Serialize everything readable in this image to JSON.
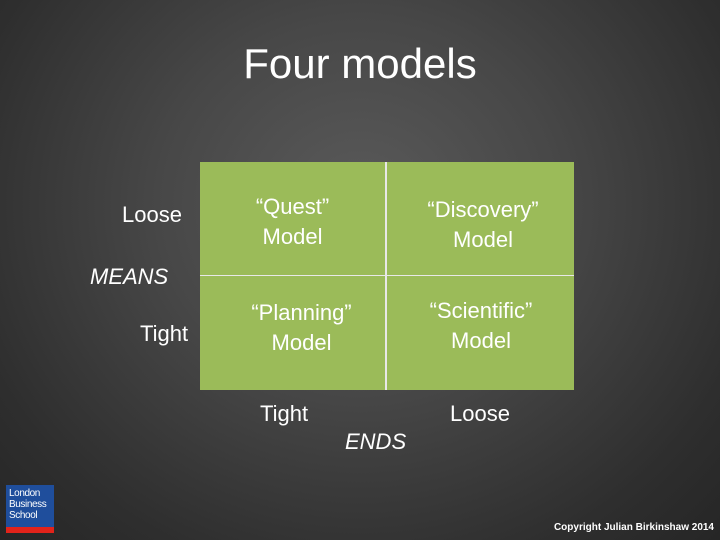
{
  "slide": {
    "title": "Four models",
    "matrix": {
      "fill_color": "#9bbb59",
      "divider_color": "#e8e8e8",
      "cells": {
        "top_left": [
          "“Quest”",
          "Model"
        ],
        "top_right": [
          "“Discovery”",
          "Model"
        ],
        "bottom_left": [
          "“Planning”",
          "Model"
        ],
        "bottom_right": [
          "“Scientific”",
          "Model"
        ]
      }
    },
    "means_axis": {
      "title": "MEANS",
      "top_label": "Loose",
      "bottom_label": "Tight"
    },
    "ends_axis": {
      "title": "ENDS",
      "left_label": "Tight",
      "right_label": "Loose"
    },
    "logo": {
      "lines": [
        "London",
        "Business",
        "School"
      ],
      "background_color": "#1f4e9c",
      "accent_color": "#e2231a"
    },
    "copyright": "Copyright Julian Birkinshaw 2014"
  }
}
